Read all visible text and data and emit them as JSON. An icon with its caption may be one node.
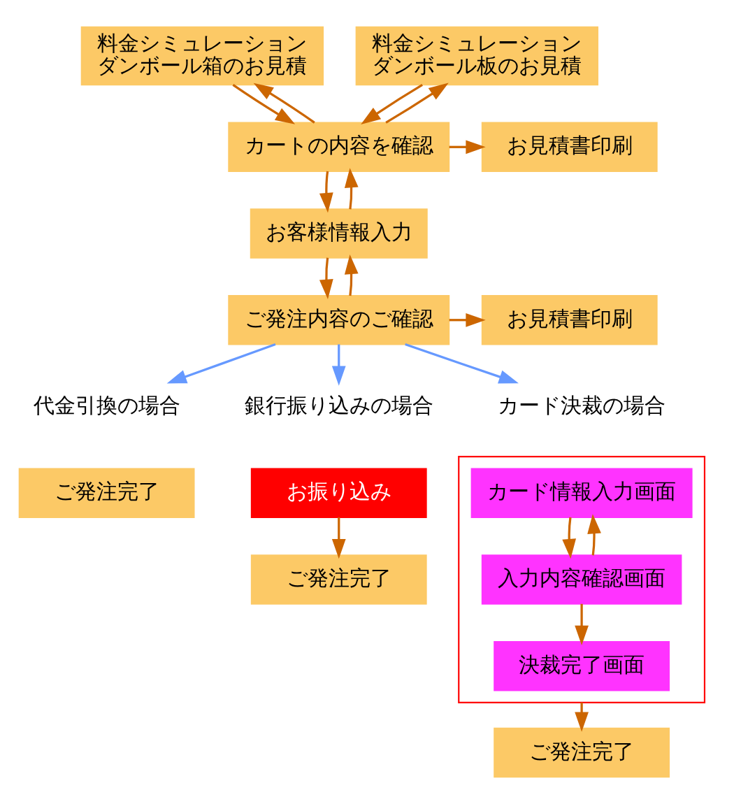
{
  "diagram": {
    "nodes": [
      {
        "text": [
          "料金シミュレーション",
          "ダンボール箱のお見積"
        ]
      },
      {
        "text": [
          "料金シミュレーション",
          "ダンボール板のお見積"
        ]
      },
      {
        "text": [
          "カートの内容を確認"
        ]
      },
      {
        "text": [
          "お見積書印刷"
        ]
      },
      {
        "text": [
          "お客様情報入力"
        ]
      },
      {
        "text": [
          "ご発注内容のご確認"
        ]
      },
      {
        "text": [
          "お見積書印刷"
        ]
      },
      {
        "text": [
          "代金引換の場合"
        ]
      },
      {
        "text": [
          "銀行振り込みの場合"
        ]
      },
      {
        "text": [
          "カード決裁の場合"
        ]
      },
      {
        "text": [
          "ご発注完了"
        ]
      },
      {
        "text": [
          "お振り込み"
        ]
      },
      {
        "text": [
          "ご発注完了"
        ]
      },
      {
        "text": [],
        "shape": "box"
      },
      {
        "text": [
          "カード情報入力画面"
        ],
        "in": 13
      },
      {
        "text": [
          "入力内容確認画面"
        ],
        "in": 13
      },
      {
        "text": [
          "決裁完了画面"
        ],
        "in": 13
      },
      {
        "text": [
          "ご発注完了"
        ]
      }
    ],
    "edges": [
      {
        "from": 0,
        "to": 2,
        "arrow": "to"
      },
      {
        "from": 2,
        "to": 0,
        "arrow": "to"
      },
      {
        "from": 1,
        "to": 2,
        "arrow": "to"
      },
      {
        "from": 2,
        "to": 1,
        "arrow": "to"
      },
      {
        "from": 2,
        "to": 3,
        "arrow": "to"
      },
      {
        "from": 2,
        "to": 4,
        "arrow": "to"
      },
      {
        "from": 4,
        "to": 2,
        "arrow": "to"
      },
      {
        "from": 4,
        "to": 5,
        "arrow": "to"
      },
      {
        "from": 5,
        "to": 4,
        "arrow": "to"
      },
      {
        "from": 5,
        "to": 6,
        "arrow": "to"
      },
      {
        "from": 5,
        "to": 7,
        "arrow": "to",
        "color": "#6699ff"
      },
      {
        "from": 5,
        "to": 8,
        "arrow": "to",
        "color": "#6699ff"
      },
      {
        "from": 5,
        "to": 9,
        "arrow": "to",
        "color": "#6699ff"
      },
      {
        "from": 11,
        "to": 12,
        "arrow": "to"
      },
      {
        "from": 14,
        "to": 15,
        "arrow": "to"
      },
      {
        "from": 15,
        "to": 14,
        "arrow": "to"
      },
      {
        "from": 15,
        "to": 16,
        "arrow": "to"
      },
      {
        "from": 13,
        "to": 17,
        "arrow": "to"
      }
    ]
  }
}
